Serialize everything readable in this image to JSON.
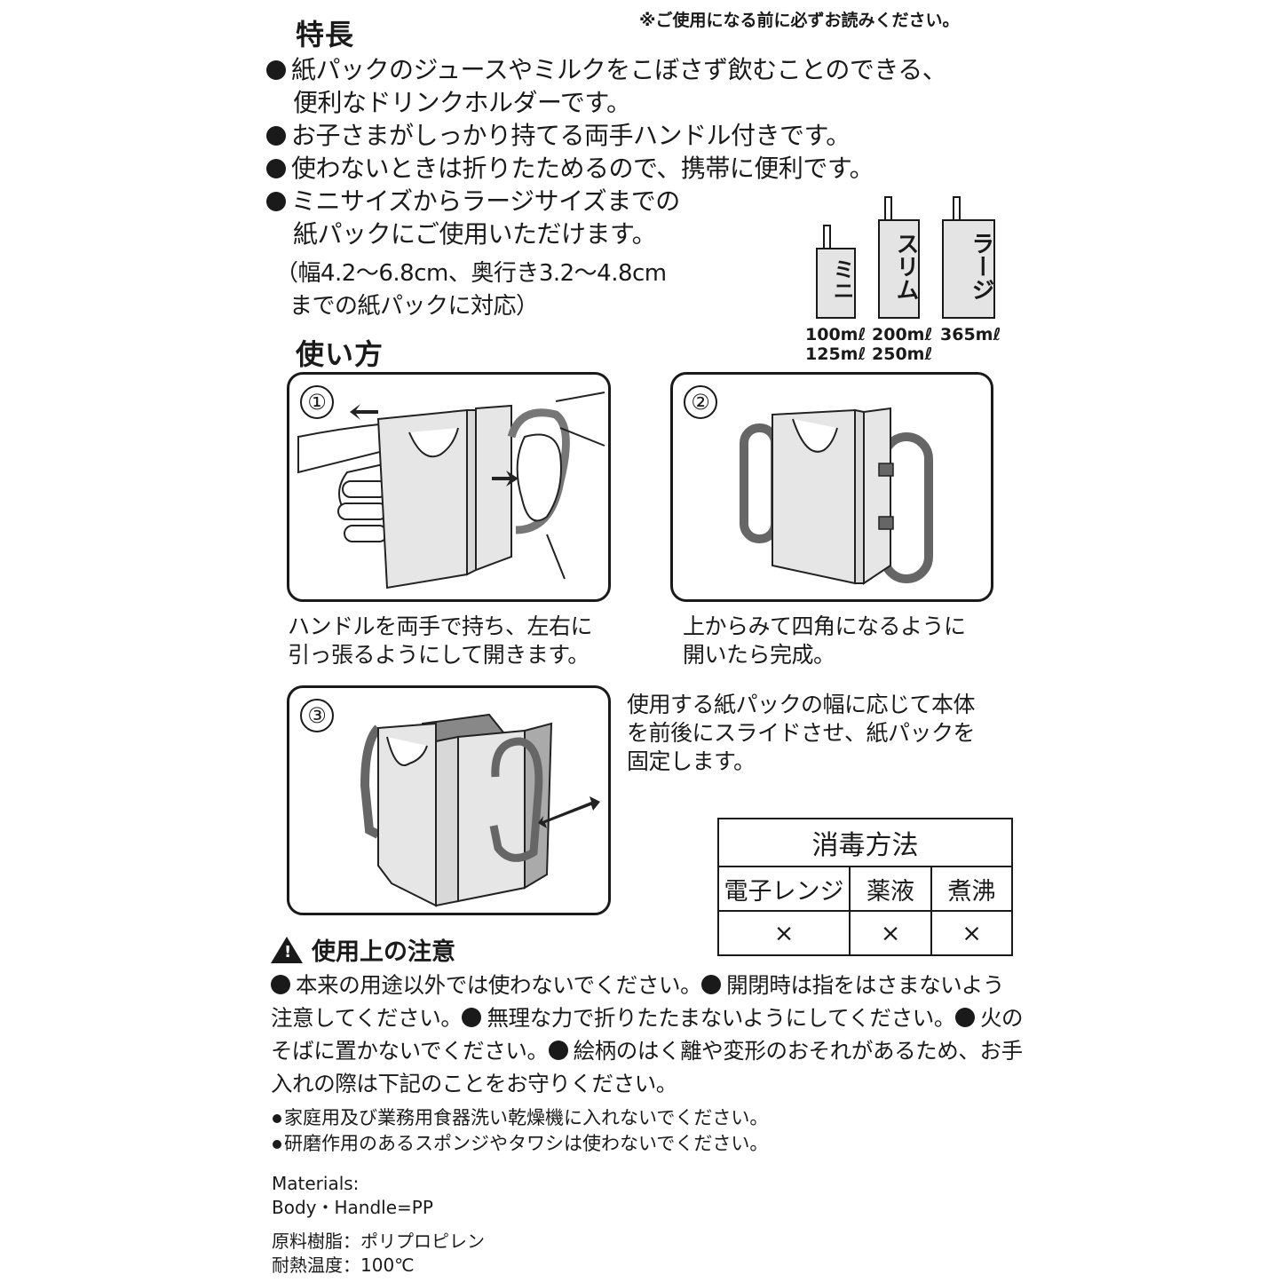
{
  "header": {
    "title": "特長",
    "notice": "※ご使用になる前に必ずお読みください。"
  },
  "features": [
    {
      "lines": [
        "紙パックのジュースやミルクをこぼさず飲むことのできる、",
        "便利なドリンクホルダーです。"
      ]
    },
    {
      "lines": [
        "お子さまがしっかり持てる両手ハンドル付きです。"
      ]
    },
    {
      "lines": [
        "使わないときは折りたためるので、携帯に便利です。"
      ]
    },
    {
      "lines": [
        "ミニサイズからラージサイズまでの",
        "紙パックにご使用いただけます。"
      ]
    }
  ],
  "size_note": {
    "line1": "（幅4.2〜6.8cm、奥行き3.2〜4.8cm",
    "line2": "までの紙パックに対応）"
  },
  "packs": [
    {
      "label": "ミニ",
      "volumes": [
        "100mℓ",
        "125mℓ"
      ]
    },
    {
      "label": "スリム",
      "volumes": [
        "200mℓ",
        "250mℓ"
      ]
    },
    {
      "label": "ラージ",
      "volumes": [
        "365mℓ"
      ]
    }
  ],
  "usage": {
    "title": "使い方",
    "steps": [
      {
        "number": "①",
        "caption": [
          "ハンドルを両手で持ち、左右に",
          "引っ張るようにして開きます。"
        ],
        "illustration": "hands-pulling-holder-open"
      },
      {
        "number": "②",
        "caption": [
          "上からみて四角になるように",
          "開いたら完成。"
        ],
        "illustration": "opened-holder"
      },
      {
        "number": "③",
        "caption": [
          "使用する紙パックの幅に応じて本体",
          "を前後にスライドさせ、紙パックを",
          "固定します。"
        ],
        "illustration": "holder-slide-adjust"
      }
    ]
  },
  "disinfection": {
    "title": "消毒方法",
    "methods": [
      "電子レンジ",
      "薬液",
      "煮沸"
    ],
    "results": [
      "×",
      "×",
      "×"
    ]
  },
  "caution": {
    "title": "使用上の注意",
    "icon": "warning-triangle-icon",
    "items": [
      "本来の用途以外では使わないでください。",
      "開閉時は指をはさまないよう注意してください。",
      "無理な力で折りたたまないようにしてください。",
      "火のそばに置かないでください。",
      "絵柄のはく離や変形のおそれがあるため、お手入れの際は下記のことをお守りください。"
    ],
    "sub_items": [
      "家庭用及び業務用食器洗い乾燥機に入れないでください。",
      "研磨作用のあるスポンジやタワシは使わないでください。"
    ]
  },
  "materials": {
    "label_en": "Materials:",
    "value_en": "Body・Handle=PP",
    "resin": "原料樹脂：ポリプロピレン",
    "heat": "耐熱温度：100℃"
  }
}
